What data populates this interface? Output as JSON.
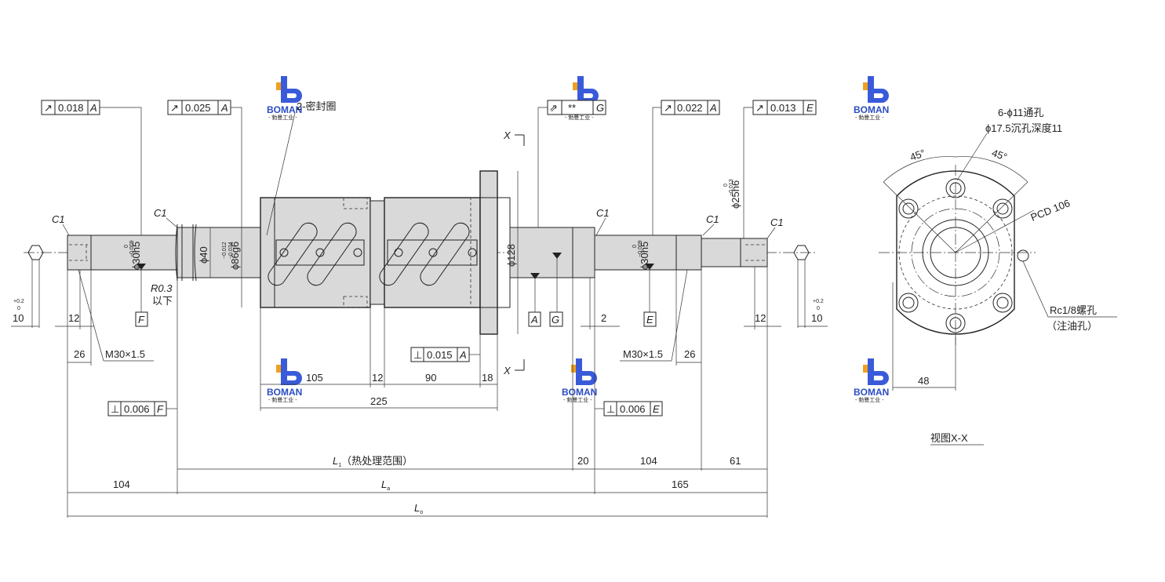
{
  "fcf_frames": [
    {
      "symbol": "↗",
      "tol": "0.018",
      "datum": "A"
    },
    {
      "symbol": "↗",
      "tol": "0.025",
      "datum": "A"
    },
    {
      "symbol": "⇗",
      "tol": "**",
      "datum": "G"
    },
    {
      "symbol": "↗",
      "tol": "0.022",
      "datum": "A"
    },
    {
      "symbol": "↗",
      "tol": "0.013",
      "datum": "E"
    },
    {
      "symbol": "⊥",
      "tol": "0.015",
      "datum": "A"
    },
    {
      "symbol": "⊥",
      "tol": "0.006",
      "datum": "F"
    },
    {
      "symbol": "⊥",
      "tol": "0.006",
      "datum": "E"
    }
  ],
  "datums": [
    "F",
    "A",
    "G",
    "E"
  ],
  "chamfers": [
    "C1",
    "C1",
    "C1",
    "C1",
    "C1"
  ],
  "seal_note": "2-密封圈",
  "section_mark": "X",
  "diameters": {
    "d30_left": {
      "tol_up": "0",
      "tol_low": "−0.009",
      "value": "ϕ30h5"
    },
    "d40": "ϕ40",
    "d86": {
      "tol_up": "−0.012",
      "tol_low": "−0.034",
      "value": "ϕ86g6"
    },
    "d128": "ϕ128",
    "d30_right": {
      "tol_up": "0",
      "tol_low": "−0.009",
      "value": "ϕ30h5"
    },
    "d25": {
      "tol_up": "0",
      "tol_low": "−0.013",
      "value": "ϕ25h6"
    }
  },
  "radius_note": [
    "R0.3",
    "以下"
  ],
  "threads": [
    "M30×1.5",
    "M30×1.5"
  ],
  "dims": {
    "hex_left": {
      "tol_up": "+0.2",
      "tol_low": "0",
      "value": "10"
    },
    "hex_right": {
      "tol_up": "+0.2",
      "tol_low": "0",
      "value": "10"
    },
    "left_12": "12",
    "left_26": "26",
    "right_12": "12",
    "right_26": "26",
    "d105": "105",
    "d12": "12",
    "d90": "90",
    "d18": "18",
    "d225": "225",
    "d2": "2",
    "d20": "20",
    "d104_right": "104",
    "d61": "61",
    "d104_left": "104",
    "d165": "165",
    "d48": "48"
  },
  "length_labels": {
    "l1": "L",
    "l1_sub": "1",
    "l1_note": "（热处理范围）",
    "la": "L",
    "la_sub": "a",
    "lo": "L",
    "lo_sub": "o"
  },
  "view": {
    "holes_note_1": "6-ϕ11通孔",
    "holes_note_2": "ϕ17.5沉孔深度11",
    "angle_1": "45°",
    "angle_2": "45°",
    "pcd": "PCD 106",
    "oil_1": "Rc1/8螺孔",
    "oil_2": "（注油孔）",
    "caption": "视图X-X"
  },
  "watermark": {
    "brand": "BOMAN",
    "sub": "- 勃曼工业 -"
  }
}
